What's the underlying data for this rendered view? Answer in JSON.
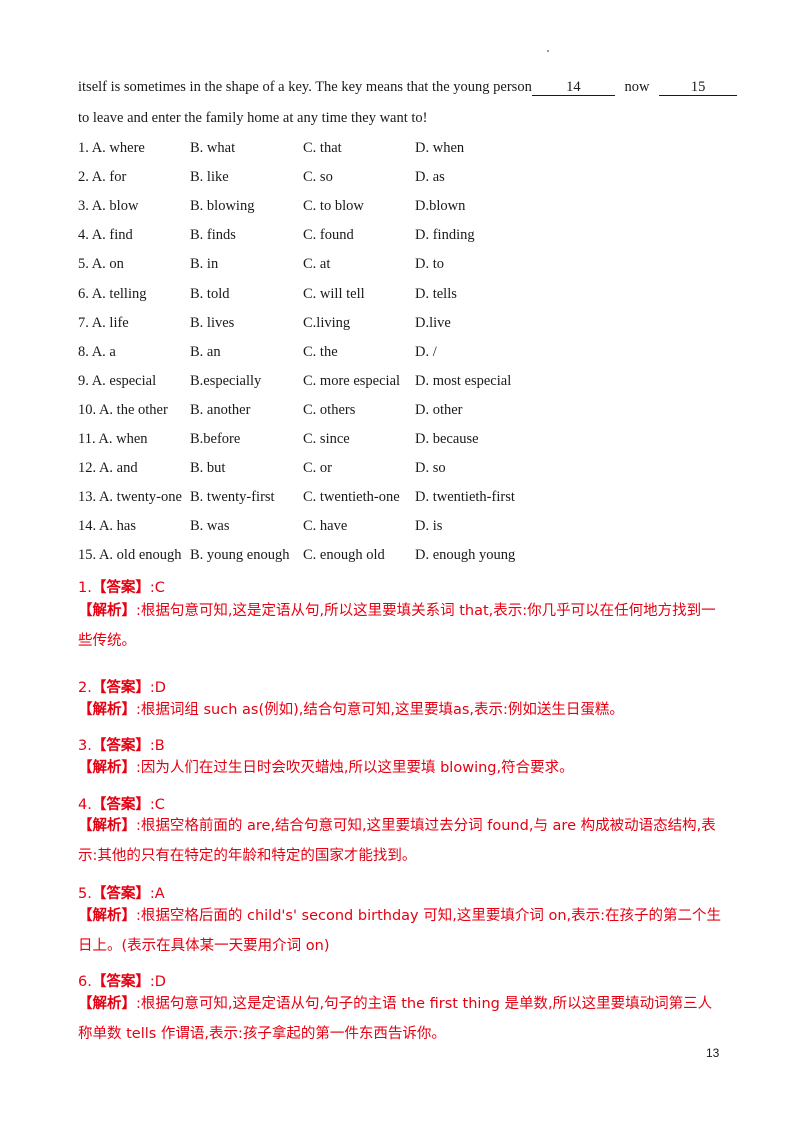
{
  "passage": {
    "line1_a": "itself is sometimes in the shape of a key. The key means that the young person",
    "blank14": "14",
    "line1_b": "now",
    "blank15": "15",
    "line2": "to leave and enter the family home at any time they want to!"
  },
  "options": [
    {
      "a": "1. A. where",
      "b": "B. what",
      "c": "C. that",
      "d": "D. when"
    },
    {
      "a": "2. A. for",
      "b": "B. like",
      "c": "C. so",
      "d": "D. as"
    },
    {
      "a": "3. A. blow",
      "b": "B. blowing",
      "c": "C. to blow",
      "d": "D.blown"
    },
    {
      "a": "4. A. find",
      "b": "B. finds",
      "c": "C. found",
      "d": "D. finding"
    },
    {
      "a": "5. A. on",
      "b": "B. in",
      "c": "C. at",
      "d": "D. to"
    },
    {
      "a": "6. A. telling",
      "b": "B. told",
      "c": "C. will tell",
      "d": "D. tells"
    },
    {
      "a": "7. A. life",
      "b": "B. lives",
      "c": "C.living",
      "d": "D.live"
    },
    {
      "a": "8. A. a",
      "b": "B. an",
      "c": "C. the",
      "d": "D. /"
    },
    {
      "a": "9. A. especial",
      "b": "B.especially",
      "c": "C. more especial",
      "d": "D. most especial"
    },
    {
      "a": "10. A. the other",
      "b": "B. another",
      "c": "C. others",
      "d": "D. other"
    },
    {
      "a": "11. A. when",
      "b": "B.before",
      "c": "C. since",
      "d": "D. because"
    },
    {
      "a": "12. A. and",
      "b": "B. but",
      "c": "C. or",
      "d": "D. so"
    },
    {
      "a": "13. A. twenty-one",
      "b": "B. twenty-first",
      "c": "C. twentieth-one",
      "d": "D. twentieth-first"
    },
    {
      "a": "14. A. has",
      "b": "B. was",
      "c": "C. have",
      "d": "D. is"
    },
    {
      "a": "15. A. old enough",
      "b": "B. young enough",
      "c": "C. enough old",
      "d": "D. enough young"
    }
  ],
  "answer_label": "【答案】",
  "explain_label": "【解析】",
  "answers": [
    {
      "num": "1.",
      "value": ":C",
      "explain": ":根据句意可知,这是定语从句,所以这里要填关系词 that,表示:你几乎可以在任何地方找到一些传统。"
    },
    {
      "num": "2.",
      "value": ":D",
      "explain": ":根据词组 such as(例如),结合句意可知,这里要填as,表示:例如送生日蛋糕。"
    },
    {
      "num": "3.",
      "value": ":B",
      "explain": ":因为人们在过生日时会吹灭蜡烛,所以这里要填 blowing,符合要求。"
    },
    {
      "num": "4.",
      "value": ":C",
      "explain": ":根据空格前面的 are,结合句意可知,这里要填过去分词 found,与 are 构成被动语态结构,表示:其他的只有在特定的年龄和特定的国家才能找到。"
    },
    {
      "num": "5.",
      "value": ":A",
      "explain": ":根据空格后面的 child's' second birthday 可知,这里要填介词 on,表示:在孩子的第二个生日上。(表示在具体某一天要用介词 on)"
    },
    {
      "num": "6.",
      "value": ":D",
      "explain": ":根据句意可知,这是定语从句,句子的主语 the first thing 是单数,所以这里要填动词第三人称单数 tells 作谓语,表示:孩子拿起的第一件东西告诉你。"
    }
  ],
  "page_number": "13"
}
